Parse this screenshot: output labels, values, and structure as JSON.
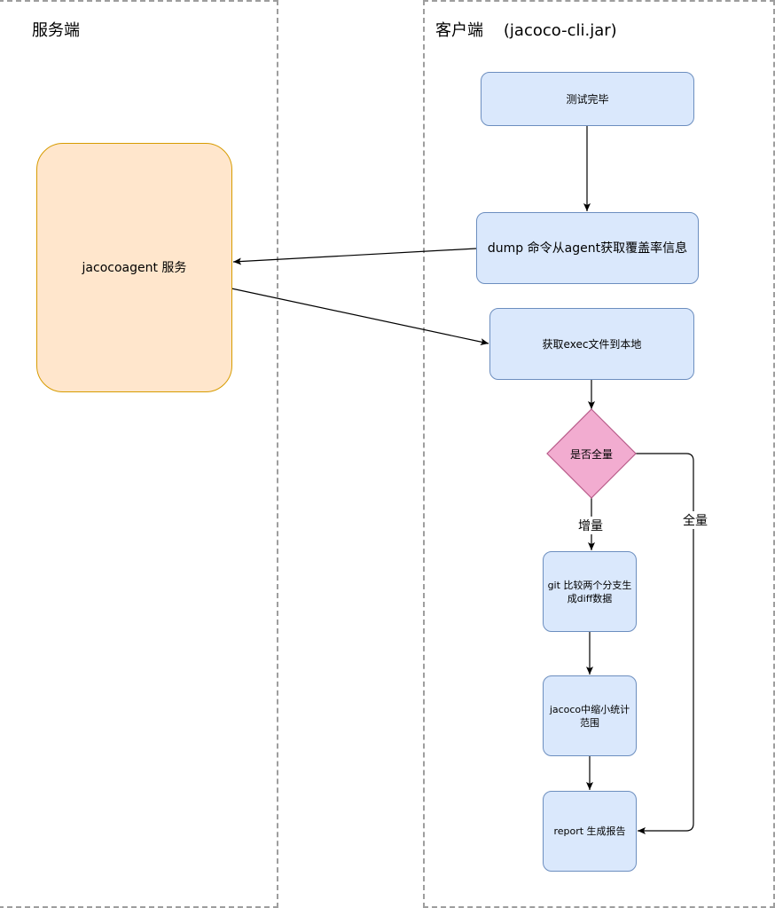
{
  "server_lane": {
    "title": "服务端"
  },
  "client_lane": {
    "title": "客户端    (jacoco-cli.jar)"
  },
  "nodes": {
    "agent": "jacocoagent 服务",
    "test_done": "测试完毕",
    "dump": "dump 命令从agent获取覆盖率信息",
    "get_exec": "获取exec文件到本地",
    "decision": "是否全量",
    "git_diff": "git 比较两个分支生成diff数据",
    "narrow": "jacoco中缩小统计范围",
    "report": "report 生成报告"
  },
  "edge_labels": {
    "incremental": "增量",
    "full": "全量"
  },
  "colors": {
    "process_fill": "#dae8fc",
    "process_stroke": "#6c8ebf",
    "agent_fill": "#ffe6cc",
    "agent_stroke": "#d79b00",
    "decision_fill": "#f2acd0",
    "decision_stroke": "#b85c8a"
  }
}
